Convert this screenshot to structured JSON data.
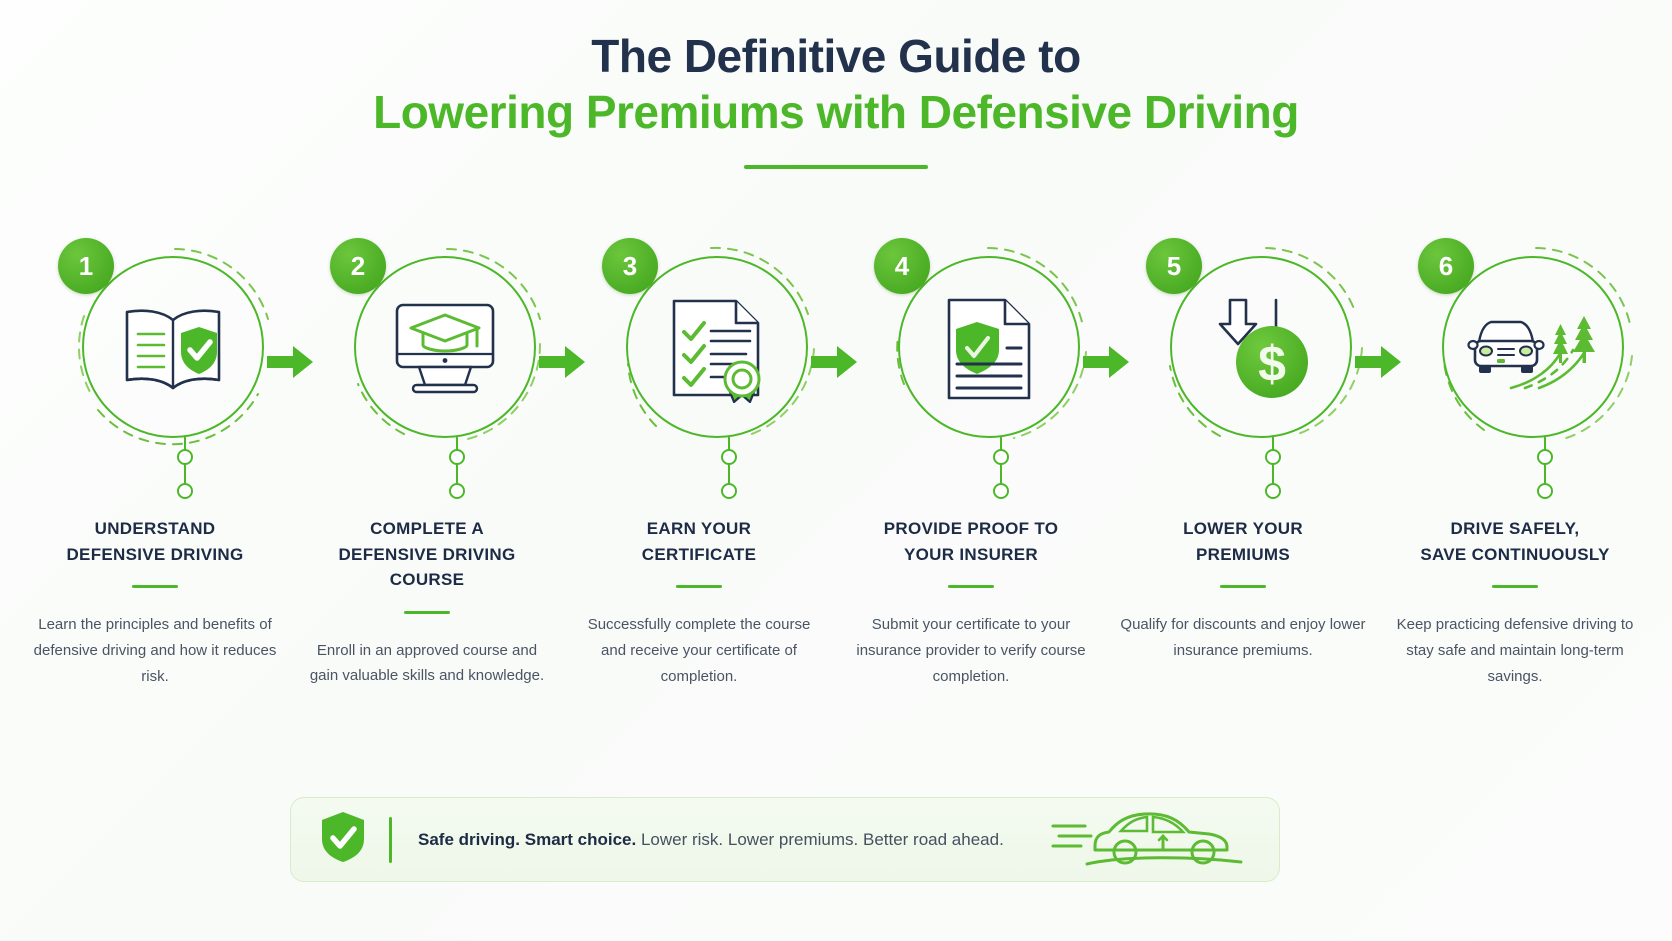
{
  "title": {
    "line1": "The Definitive Guide to",
    "line2": "Lowering Premiums with Defensive Driving"
  },
  "colors": {
    "green": "#4cb829",
    "green_dark": "#44a81f",
    "navy": "#1d2b45",
    "body_text": "#4a5463",
    "banner_bg": "#eef7e9",
    "banner_border": "#d7ecc9"
  },
  "steps": [
    {
      "number": "1",
      "icon": "open-book-shield-check-icon",
      "title": "UNDERSTAND\nDEFENSIVE DRIVING",
      "title_lines": [
        "UNDERSTAND",
        "DEFENSIVE DRIVING"
      ],
      "body": "Learn the principles and benefits of defensive driving and how it reduces risk."
    },
    {
      "number": "2",
      "icon": "monitor-graduation-cap-icon",
      "title": "COMPLETE A\nDEFENSIVE DRIVING\nCOURSE",
      "title_lines": [
        "COMPLETE A",
        "DEFENSIVE DRIVING",
        "COURSE"
      ],
      "body": "Enroll in an approved course and gain valuable skills and knowledge."
    },
    {
      "number": "3",
      "icon": "certificate-checklist-award-icon",
      "title": "EARN YOUR\nCERTIFICATE",
      "title_lines": [
        "EARN YOUR",
        "CERTIFICATE"
      ],
      "body": "Successfully complete the course and receive your certificate of completion."
    },
    {
      "number": "4",
      "icon": "document-shield-icon",
      "title": "PROVIDE PROOF TO\nYOUR INSURER",
      "title_lines": [
        "PROVIDE PROOF TO",
        "YOUR INSURER"
      ],
      "body": "Submit your certificate to your insurance provider to verify course completion."
    },
    {
      "number": "5",
      "icon": "dollar-coin-down-arrow-icon",
      "title": "LOWER YOUR\nPREMIUMS",
      "title_lines": [
        "LOWER YOUR",
        "PREMIUMS"
      ],
      "body": "Qualify for discounts and enjoy lower insurance premiums."
    },
    {
      "number": "6",
      "icon": "car-road-trees-icon",
      "title": "DRIVE SAFELY,\nSAVE CONTINUOUSLY",
      "title_lines": [
        "DRIVE SAFELY,",
        "SAVE CONTINUOUSLY"
      ],
      "body": "Keep practicing defensive driving to stay safe and maintain long-term savings."
    }
  ],
  "banner": {
    "shield_icon": "shield-check-icon",
    "bold_text": "Safe driving. Smart choice.",
    "rest_text": " Lower risk. Lower premiums. Better road ahead.",
    "car_icon": "speeding-car-icon"
  }
}
